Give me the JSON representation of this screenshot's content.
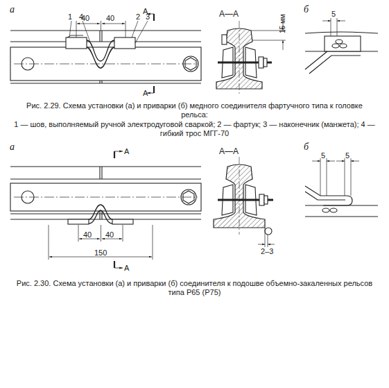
{
  "diagram": {
    "labels": [
      "а",
      "1",
      "4",
      "40",
      "40",
      "2",
      "3",
      "А",
      "А",
      "А—А",
      "15 мм",
      "б",
      "5",
      "Рис. 2.29. Схема установки (а) и приварки (б) медного соединителя фартучного типа к головке рельса:",
      "1 — шов, выполняемый ручной электродуговой сваркой; 2 — фартук; 3 — наконечник (манжета); 4 — гибкий трос МГГ-70",
      "а",
      "А",
      "А",
      "40",
      "40",
      "150",
      "А—А",
      "2–3",
      "б",
      "5",
      "5",
      "Рис. 2.30. Схема установки (а) и приварки (б) соединителя к подошве объемно-закаленных рельсов типа Р65 (Р75)"
    ]
  }
}
